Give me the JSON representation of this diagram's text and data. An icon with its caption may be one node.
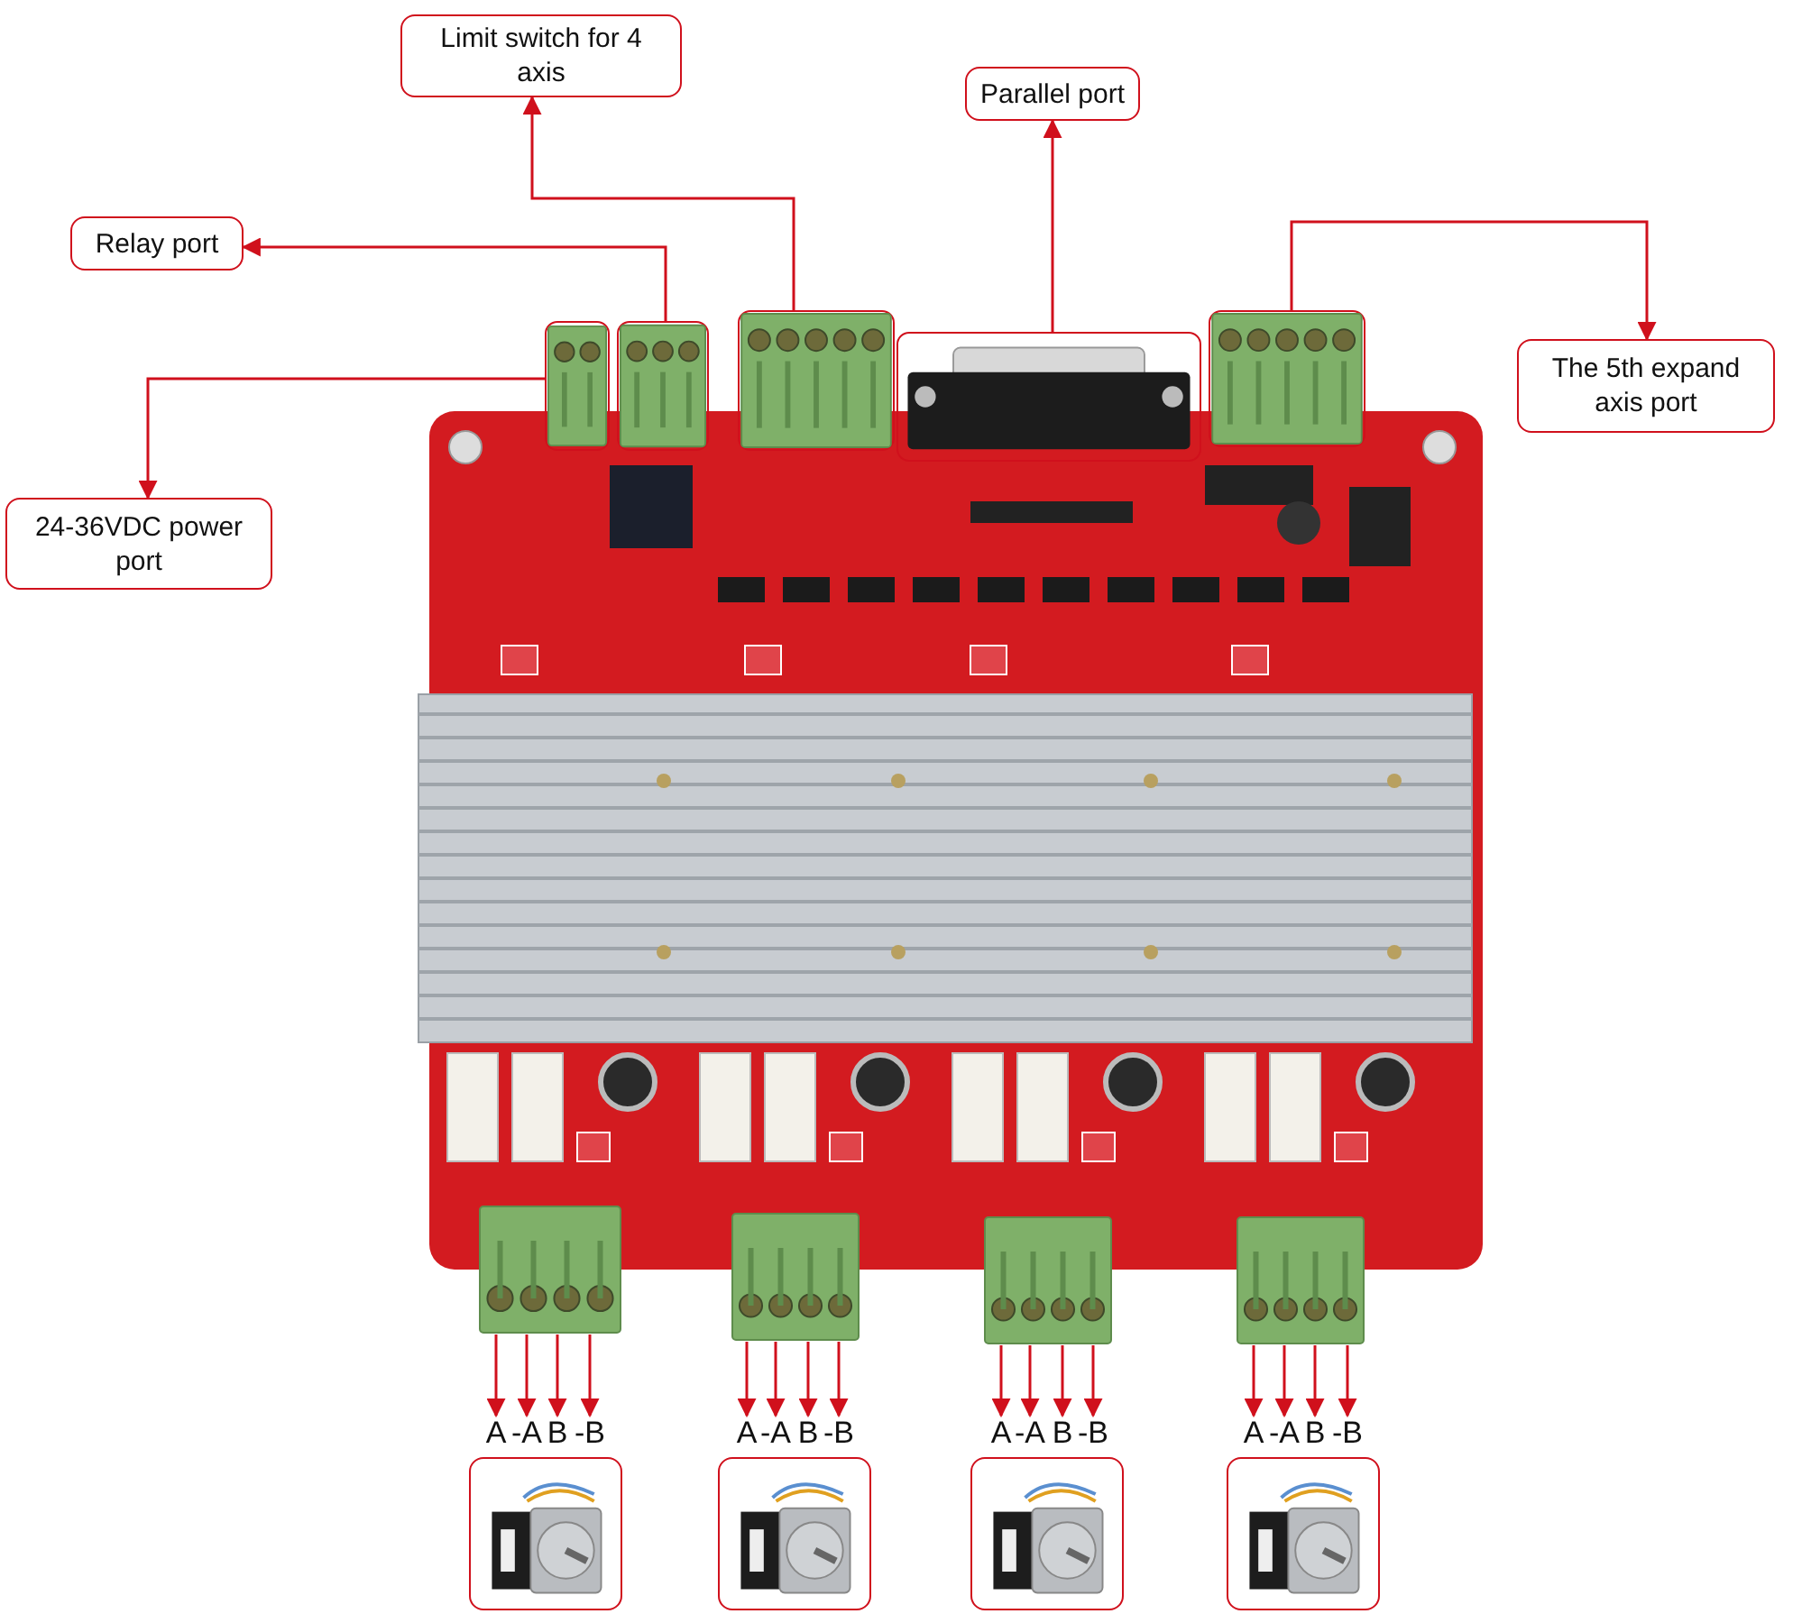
{
  "diagram": {
    "nodes": [
      {
        "text": [
          "Limit switch for 4 axis"
        ]
      },
      {
        "text": [
          "Parallel port"
        ]
      },
      {
        "text": [
          "Relay port"
        ]
      },
      {
        "text": [
          "The 5th expand axis port"
        ]
      },
      {
        "text": [
          "24-36VDC power port"
        ]
      },
      {
        "text": [],
        "shape": "picture"
      },
      {
        "text": [],
        "shape": "box"
      },
      {
        "text": [],
        "shape": "box"
      },
      {
        "text": [],
        "shape": "box"
      },
      {
        "text": [],
        "shape": "box"
      },
      {
        "text": [],
        "shape": "box"
      },
      {
        "text": [],
        "shape": "box"
      },
      {
        "text": [],
        "shape": "box"
      },
      {
        "text": [],
        "shape": "box"
      },
      {
        "text": [],
        "shape": "box"
      },
      {
        "text": [
          "A"
        ]
      },
      {
        "text": [
          "-A"
        ]
      },
      {
        "text": [
          "B"
        ]
      },
      {
        "text": [
          "-B"
        ]
      },
      {
        "text": [
          "A"
        ]
      },
      {
        "text": [
          "-A"
        ]
      },
      {
        "text": [
          "B"
        ]
      },
      {
        "text": [
          "-B"
        ]
      },
      {
        "text": [
          "A"
        ]
      },
      {
        "text": [
          "-A"
        ]
      },
      {
        "text": [
          "B"
        ]
      },
      {
        "text": [
          "-B"
        ]
      },
      {
        "text": [
          "A"
        ]
      },
      {
        "text": [
          "-A"
        ]
      },
      {
        "text": [
          "B"
        ]
      },
      {
        "text": [
          "-B"
        ]
      },
      {
        "text": [],
        "shape": "picture"
      },
      {
        "text": [],
        "shape": "picture"
      },
      {
        "text": [],
        "shape": "picture"
      },
      {
        "text": [],
        "shape": "picture"
      }
    ],
    "edges": [
      {
        "from": 8,
        "to": 0,
        "arrow": "to"
      },
      {
        "from": 9,
        "to": 1,
        "arrow": "to"
      },
      {
        "from": 7,
        "to": 2,
        "arrow": "to"
      },
      {
        "from": 10,
        "to": 3,
        "arrow": "to"
      },
      {
        "from": 6,
        "to": 4,
        "arrow": "to"
      },
      {
        "from": 11,
        "to": 15,
        "arrow": "to"
      },
      {
        "from": 11,
        "to": 16,
        "arrow": "to"
      },
      {
        "from": 11,
        "to": 17,
        "arrow": "to"
      },
      {
        "from": 11,
        "to": 18,
        "arrow": "to"
      },
      {
        "from": 12,
        "to": 19,
        "arrow": "to"
      },
      {
        "from": 12,
        "to": 20,
        "arrow": "to"
      },
      {
        "from": 12,
        "to": 21,
        "arrow": "to"
      },
      {
        "from": 12,
        "to": 22,
        "arrow": "to"
      },
      {
        "from": 13,
        "to": 23,
        "arrow": "to"
      },
      {
        "from": 13,
        "to": 24,
        "arrow": "to"
      },
      {
        "from": 13,
        "to": 25,
        "arrow": "to"
      },
      {
        "from": 13,
        "to": 26,
        "arrow": "to"
      },
      {
        "from": 14,
        "to": 27,
        "arrow": "to"
      },
      {
        "from": 14,
        "to": 28,
        "arrow": "to"
      },
      {
        "from": 14,
        "to": 29,
        "arrow": "to"
      },
      {
        "from": 14,
        "to": 30,
        "arrow": "to"
      }
    ]
  }
}
